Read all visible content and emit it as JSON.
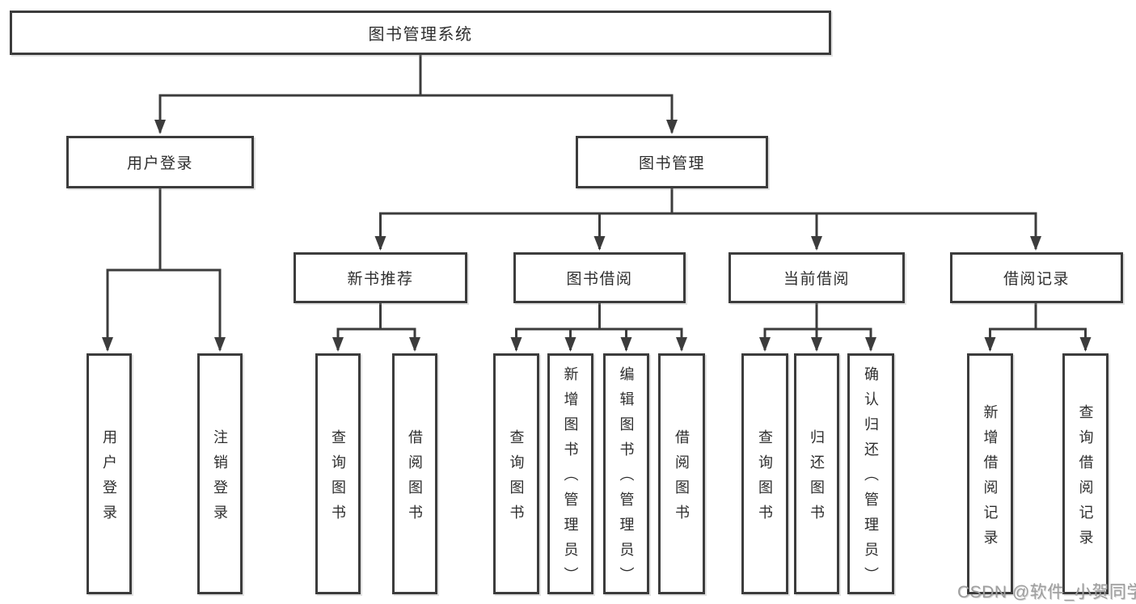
{
  "tree": {
    "label": "图书管理系统",
    "children": [
      {
        "label": "用户登录",
        "children": [
          {
            "label": "用户登录"
          },
          {
            "label": "注销登录"
          }
        ]
      },
      {
        "label": "图书管理",
        "children": [
          {
            "label": "新书推荐",
            "children": [
              {
                "label": "查询图书"
              },
              {
                "label": "借阅图书"
              }
            ]
          },
          {
            "label": "图书借阅",
            "children": [
              {
                "label": "查询图书"
              },
              {
                "label": "新增图书（管理员）"
              },
              {
                "label": "编辑图书（管理员）"
              },
              {
                "label": "借阅图书"
              }
            ]
          },
          {
            "label": "当前借阅",
            "children": [
              {
                "label": "查询图书"
              },
              {
                "label": "归还图书"
              },
              {
                "label": "确认归还（管理员）"
              }
            ]
          },
          {
            "label": "借阅记录",
            "children": [
              {
                "label": "新增借阅记录"
              },
              {
                "label": "查询借阅记录"
              }
            ]
          }
        ]
      }
    ]
  },
  "watermark": {
    "text": "CSDN @软件_小贺同学"
  },
  "colors": {
    "line": "#3c3c3c",
    "text": "#2e2e2e",
    "box-bg": "#ffffff",
    "watermark": "#9e9e9e",
    "bg": "#ffffff"
  }
}
